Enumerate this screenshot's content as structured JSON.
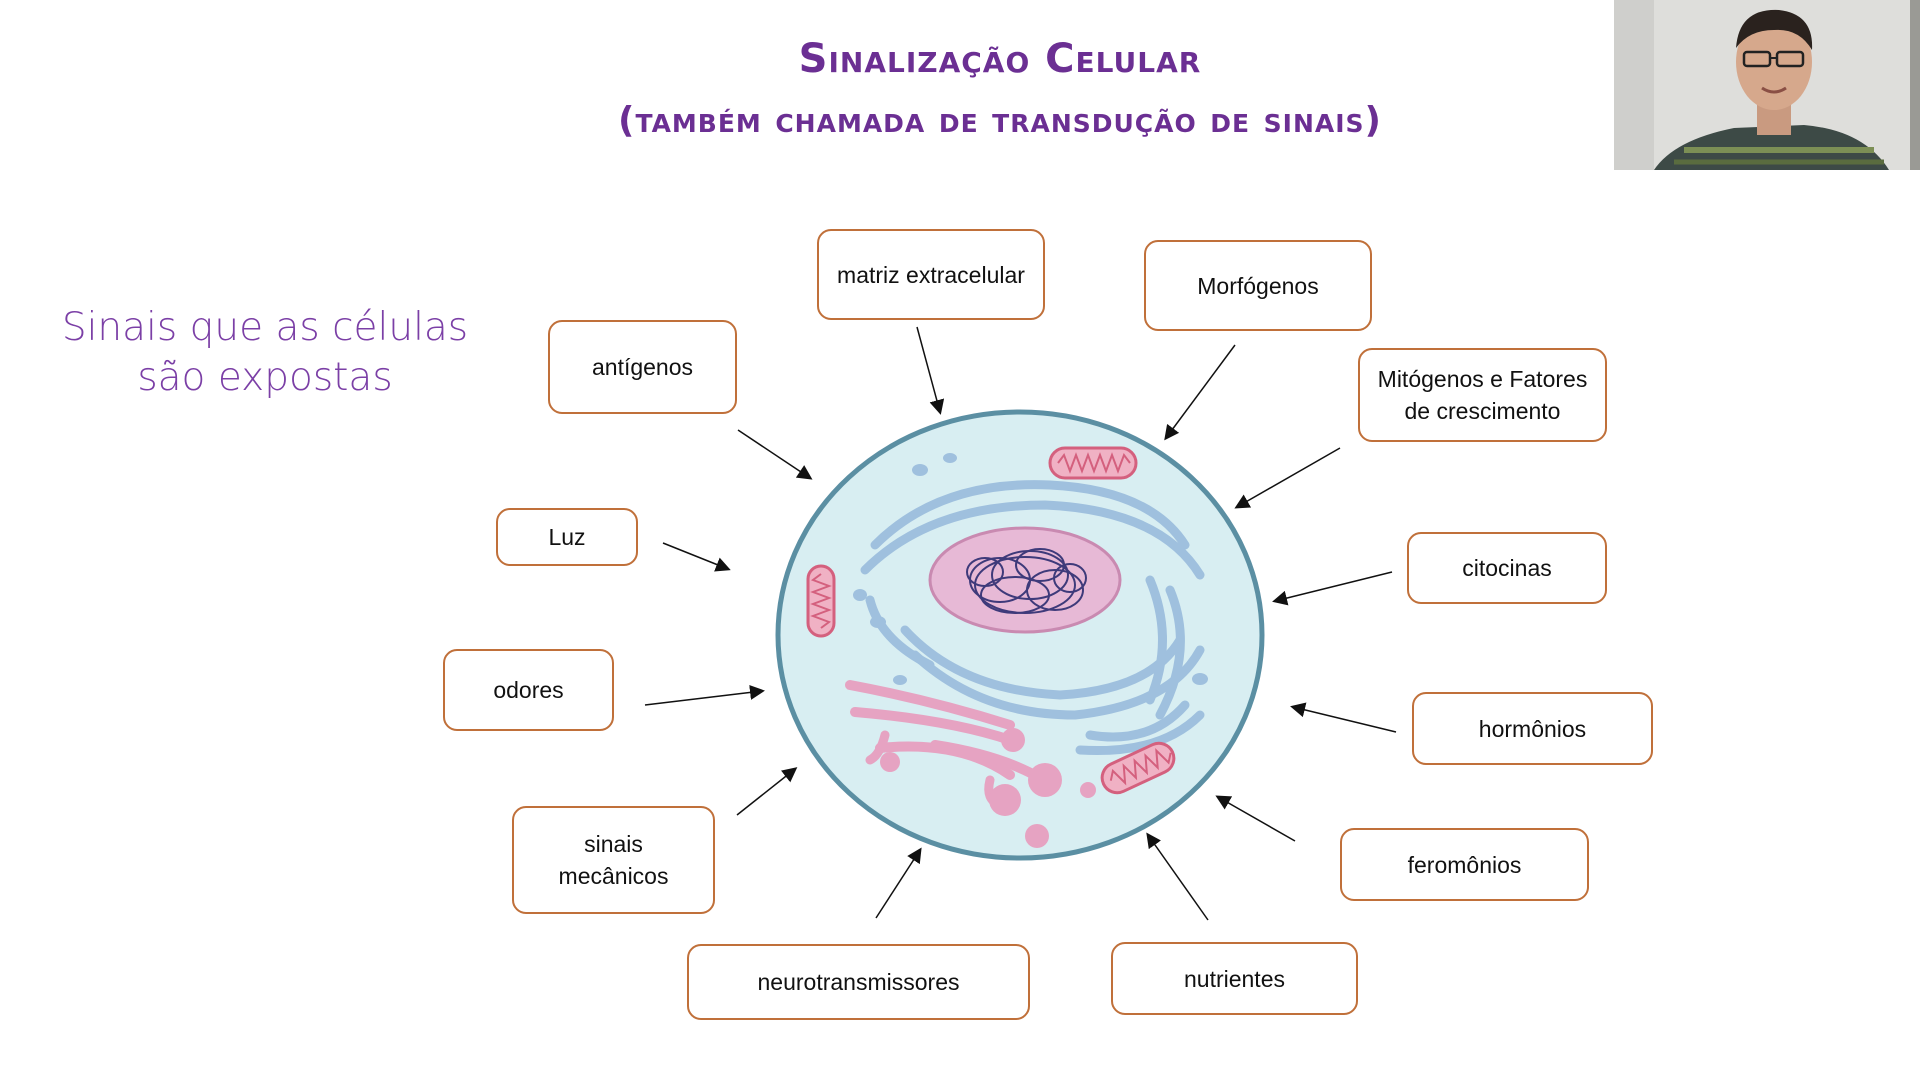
{
  "title": {
    "line1": "Sinalização Celular",
    "line2": "(também chamada de transdução de sinais)"
  },
  "subtitle": "Sinais que as células são expostas",
  "signals": {
    "matriz": "matriz extracelular",
    "morfogenos": "Morfógenos",
    "antigenos": "antígenos",
    "mitogenos": "Mitógenos e Fatores de crescimento",
    "luz": "Luz",
    "citocinas": "citocinas",
    "odores": "odores",
    "hormonios": "hormônios",
    "sinais_mecanicos": "sinais mecânicos",
    "feromonios": "feromônios",
    "neurotransmissores": "neurotransmissores",
    "nutrientes": "nutrientes"
  },
  "colors": {
    "title": "#6b2f93",
    "box_border": "#c0703a",
    "cell_membrane": "#5b8fa3",
    "cytoplasm": "#d8eef2",
    "er": "#9fc0de",
    "nucleus": "#e7b9d6",
    "chromatin": "#3e3a7a",
    "mitochondria": "#d4607e",
    "golgi": "#e6a3c2"
  }
}
